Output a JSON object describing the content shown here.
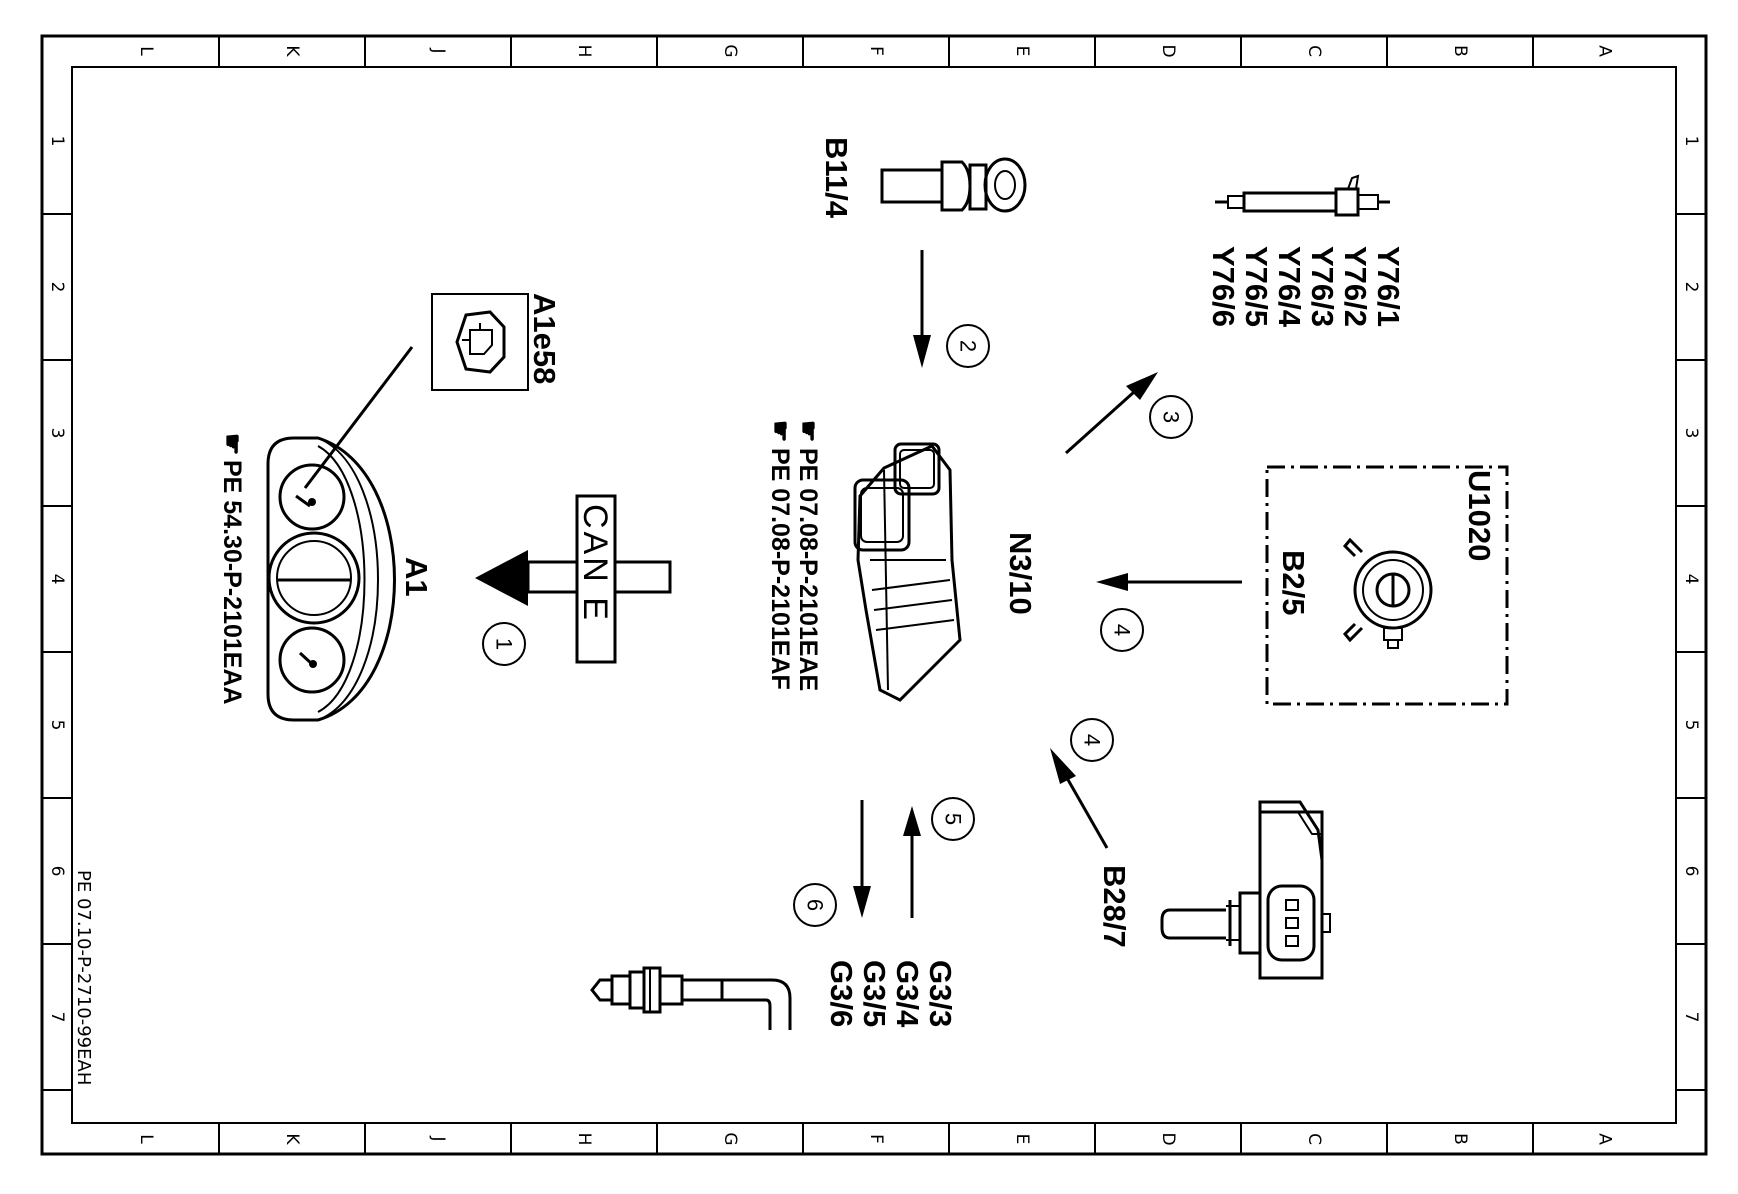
{
  "frame": {
    "columns": [
      "L",
      "K",
      "J",
      "H",
      "G",
      "F",
      "E",
      "D",
      "C",
      "B",
      "A"
    ],
    "rows": [
      "1",
      "2",
      "3",
      "4",
      "5",
      "6",
      "7"
    ],
    "footer_code": "PE 07.10-P-2710-99EAH"
  },
  "components": {
    "a1": {
      "label": "A1",
      "ref": "PE 54.30-P-2101EAA"
    },
    "a1e58": {
      "label": "A1e58"
    },
    "b11_4": {
      "label": "B11/4"
    },
    "n3_10": {
      "label": "N3/10",
      "refs": [
        "PE 07.08-P-2101EAE",
        "PE 07.08-P-2101EAF"
      ]
    },
    "y76": {
      "labels": [
        "Y76/1",
        "Y76/2",
        "Y76/3",
        "Y76/4",
        "Y76/5",
        "Y76/6"
      ]
    },
    "u1020": {
      "label": "U1020"
    },
    "b2_5": {
      "label": "B2/5"
    },
    "b28_7": {
      "label": "B28/7"
    },
    "g3": {
      "labels": [
        "G3/3",
        "G3/4",
        "G3/5",
        "G3/6"
      ]
    },
    "can": {
      "label": "CAN E"
    }
  },
  "signals": [
    "1",
    "2",
    "3",
    "4",
    "4",
    "5",
    "6"
  ]
}
